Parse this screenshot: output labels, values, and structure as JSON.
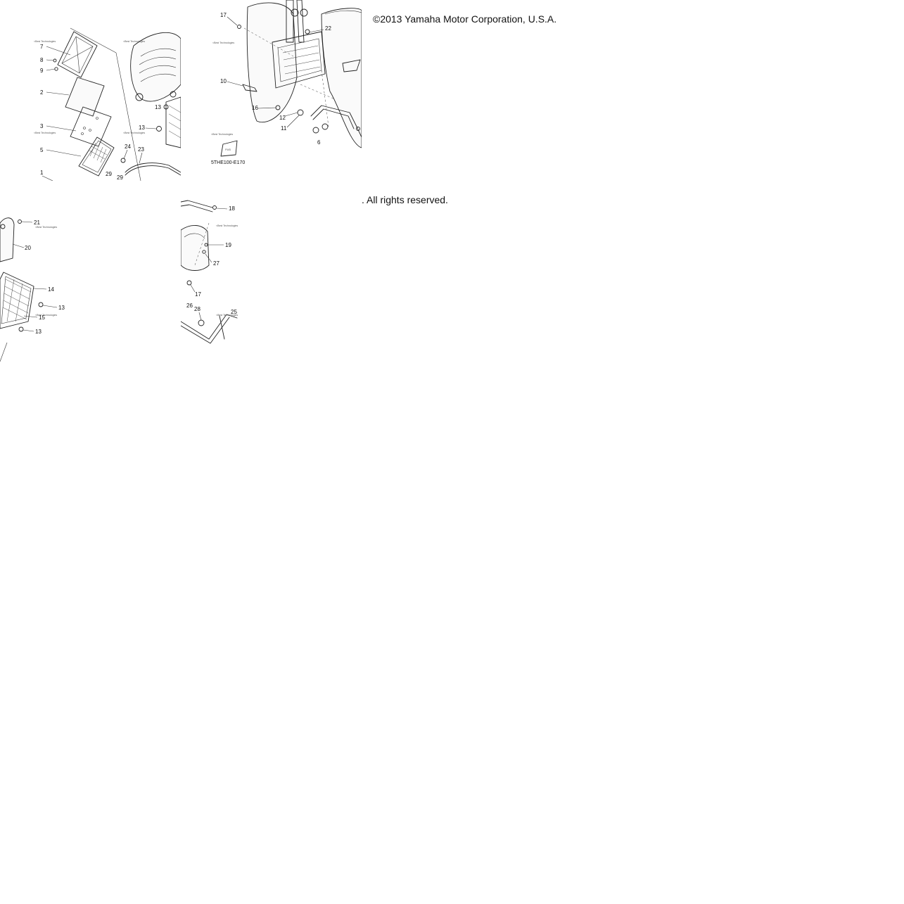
{
  "copyright_line1": "©2013 Yamaha Motor Corporation, U.S.A.",
  "copyright_line2": ". All rights reserved.",
  "drawing_code": "5THE100-E170",
  "fwd_label": "FWD",
  "note_text": "<Best Technologies",
  "tile_a_labels": [
    "7",
    "8",
    "9",
    "2",
    "3",
    "5",
    "1",
    "24",
    "23",
    "29",
    "29",
    "13",
    "13"
  ],
  "tile_b_labels": [
    "17",
    "22",
    "10",
    "16",
    "12",
    "11",
    "6"
  ],
  "tile_c_labels": [
    "21",
    "20",
    "14",
    "13",
    "15",
    "13"
  ],
  "tile_d_labels": [
    "18",
    "19",
    "27",
    "17",
    "26",
    "28",
    "25"
  ]
}
